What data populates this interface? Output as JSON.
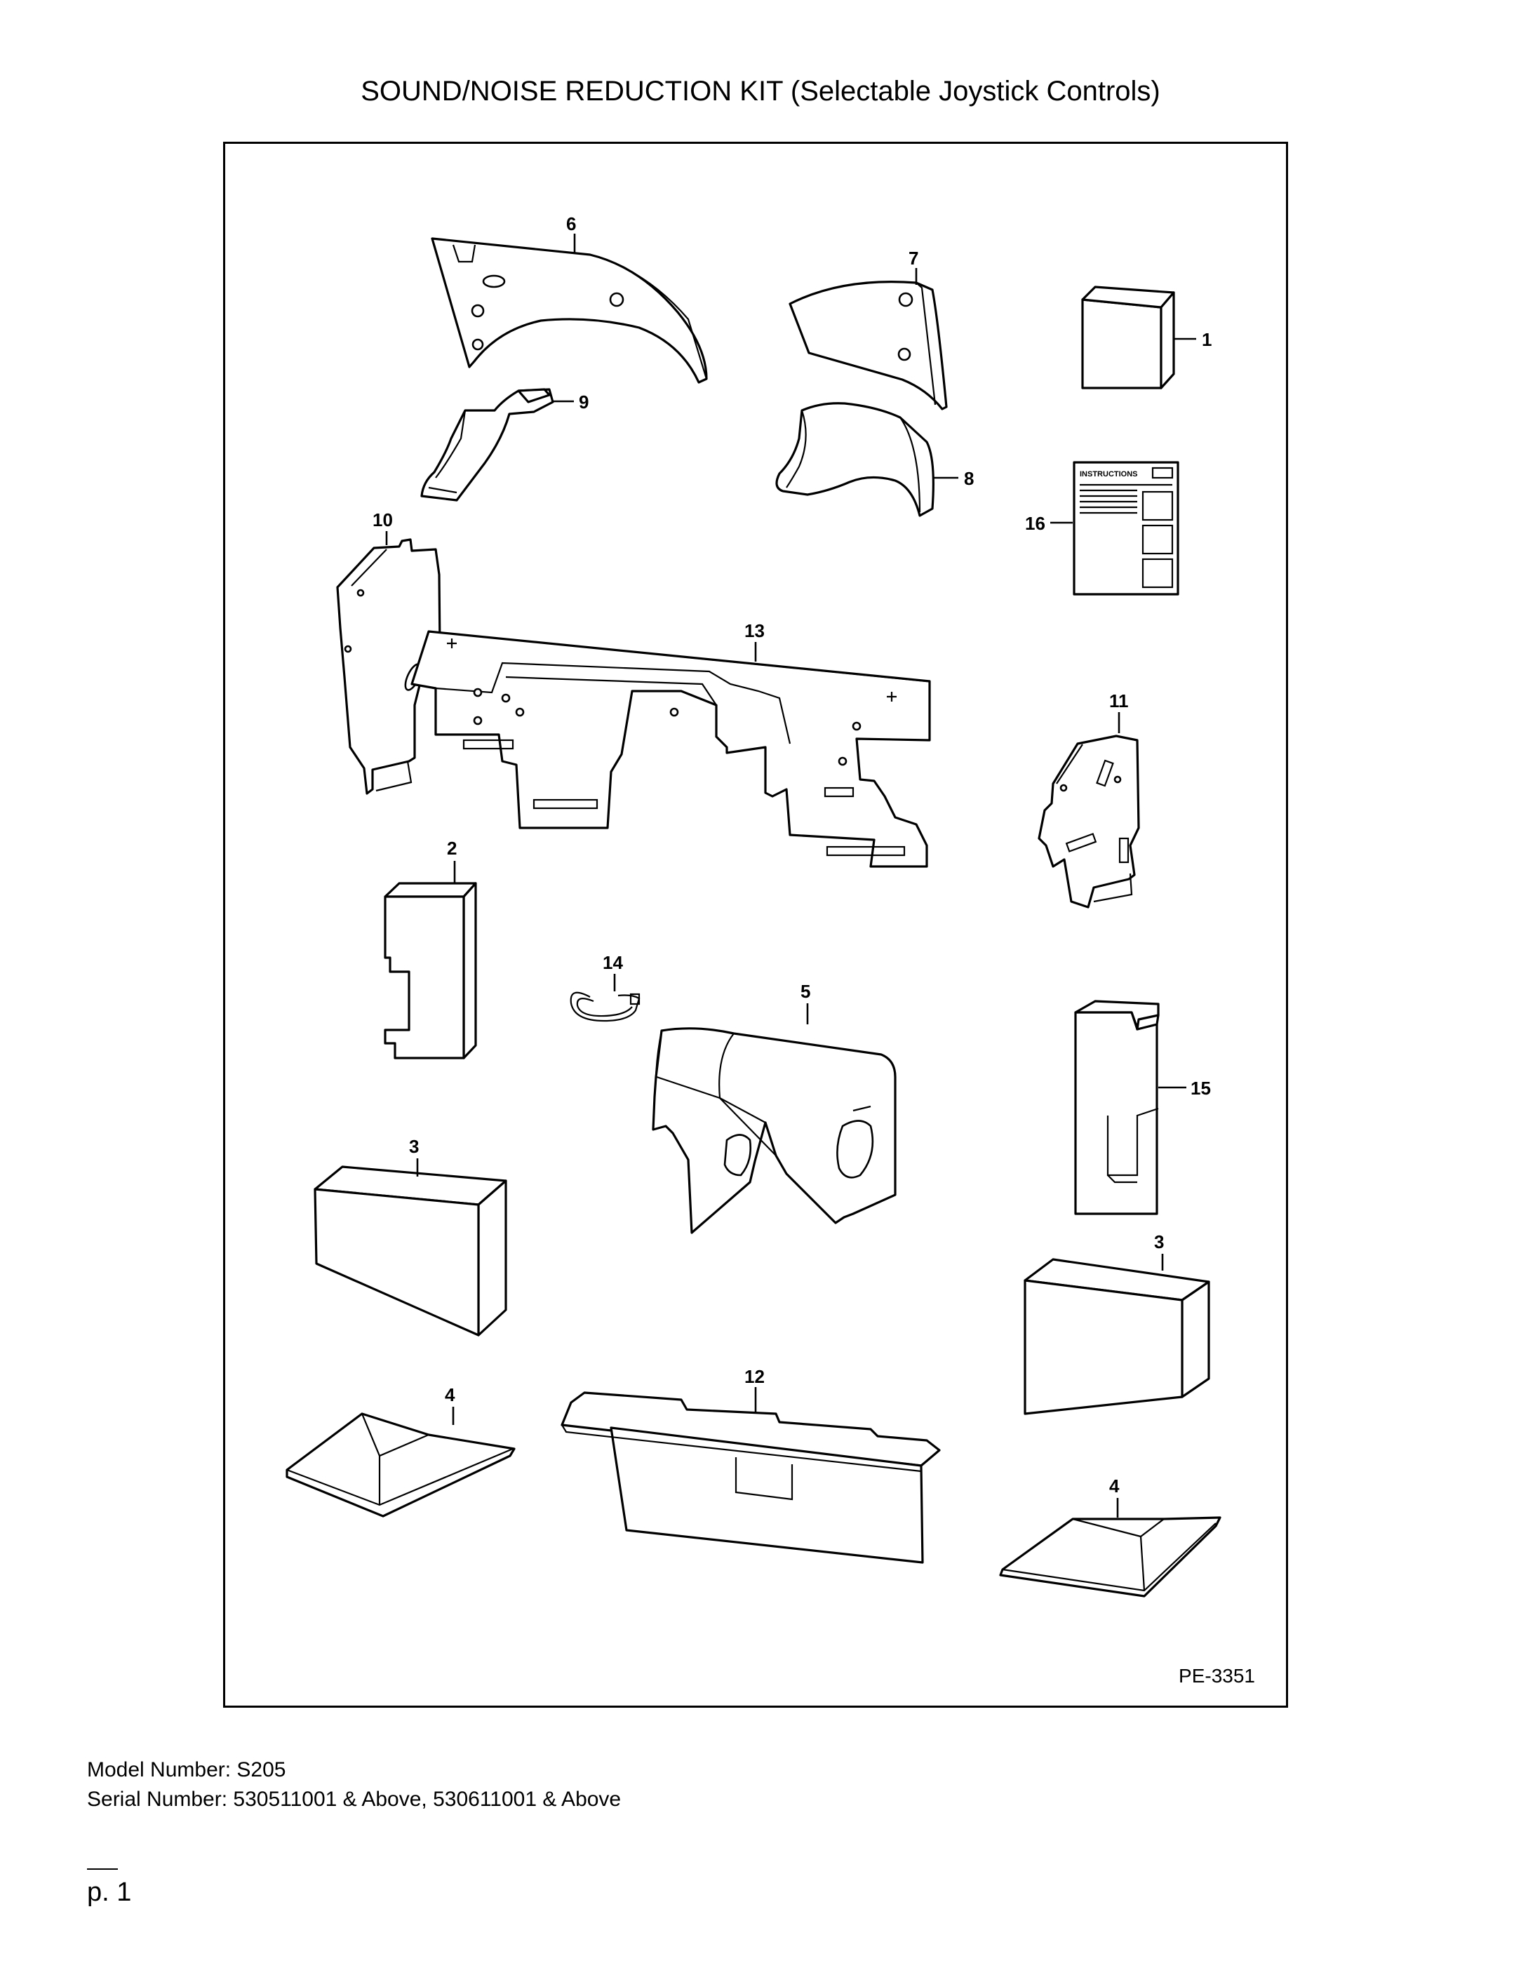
{
  "document": {
    "title": "SOUND/NOISE REDUCTION KIT (Selectable Joystick Controls)",
    "drawing_id": "PE-3351",
    "model_number": "Model Number: S205",
    "serial_number": "Serial Number: 530511001 & Above, 530611001 & Above",
    "page": "p. 1"
  },
  "callouts": {
    "part_1": "1",
    "part_2": "2",
    "part_3a": "3",
    "part_3b": "3",
    "part_4a": "4",
    "part_4b": "4",
    "part_5": "5",
    "part_6": "6",
    "part_7": "7",
    "part_8": "8",
    "part_9": "9",
    "part_10": "10",
    "part_11": "11",
    "part_12": "12",
    "part_13": "13",
    "part_14": "14",
    "part_15": "15",
    "part_16": "16"
  },
  "instruction_sheet_heading": "INSTRUCTIONS"
}
